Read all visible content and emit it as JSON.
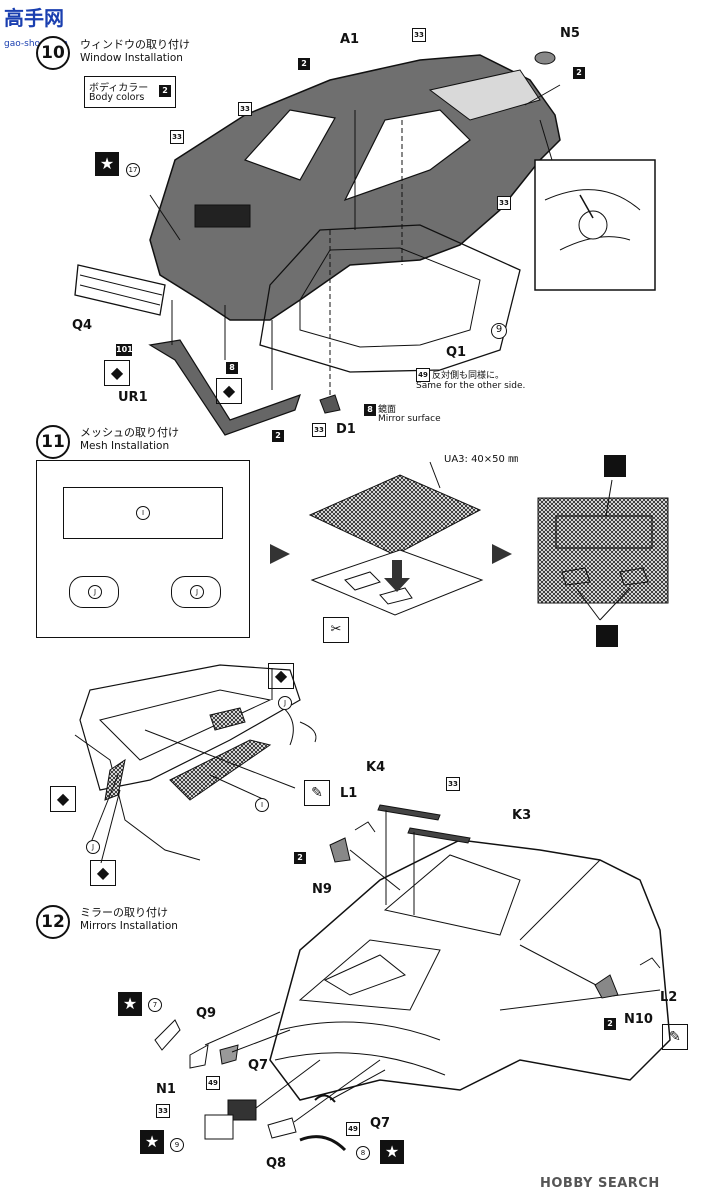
{
  "watermark_top": {
    "text_cn": "高手网",
    "text_en": "gao-shou.com"
  },
  "step10": {
    "number": "10",
    "title_jp": "ウィンドウの取り付け",
    "title_en": "Window Installation",
    "body_colors_jp": "ボディカラー",
    "body_colors_en": "Body colors",
    "body_colors_code": "2",
    "labels": {
      "a1": "A1",
      "n5": "N5",
      "q4": "Q4",
      "q1": "Q1",
      "ur1": "UR1",
      "d1": "D1",
      "c33_a": "33",
      "c33_b": "33",
      "c33_c": "33",
      "c33_d": "33",
      "c33_e": "33",
      "c2_a": "2",
      "c2_b": "2",
      "c2_c": "2",
      "c8_a": "8",
      "c8_b": "8",
      "c49": "49",
      "c101": "101",
      "c17": "17",
      "c9": "9"
    },
    "other_side_jp": "反対側も同様に。",
    "other_side_en": "Same for the other side.",
    "mirror_surface_jp": "鏡面",
    "mirror_surface_en": "Mirror surface"
  },
  "step11": {
    "number": "11",
    "title_jp": "メッシュの取り付け",
    "title_en": "Mesh Installation",
    "ua3": "UA3: 40×50 ㎜",
    "marks": {
      "i": "I",
      "j1": "J",
      "j2": "J",
      "j3": "J",
      "j4": "J",
      "i2": "I"
    }
  },
  "step12": {
    "number": "12",
    "title_jp": "ミラーの取り付け",
    "title_en": "Mirrors Installation",
    "labels": {
      "k4": "K4",
      "k3": "K3",
      "l1": "L1",
      "l2": "L2",
      "n9": "N9",
      "n10": "N10",
      "q9": "Q9",
      "q7_a": "Q7",
      "q7_b": "Q7",
      "q8": "Q8",
      "n1": "N1",
      "c33_a": "33",
      "c33_b": "33",
      "c2_a": "2",
      "c2_b": "2",
      "c49_a": "49",
      "c49_b": "49",
      "c7": "7",
      "c9": "9",
      "c8": "8"
    }
  },
  "footer": {
    "watermark": "HOBBY SEARCH"
  }
}
